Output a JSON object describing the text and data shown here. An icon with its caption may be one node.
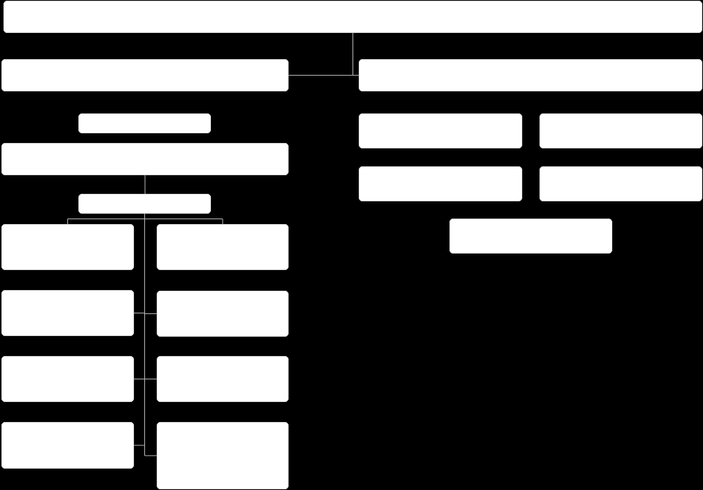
{
  "diagram": {
    "nodes": [
      {
        "text": [],
        "shape": "box"
      },
      {
        "text": [],
        "shape": "box"
      },
      {
        "text": [],
        "shape": "box"
      },
      {
        "text": [],
        "shape": "box"
      },
      {
        "text": [],
        "shape": "box"
      },
      {
        "text": [],
        "shape": "box"
      },
      {
        "text": [],
        "shape": "box"
      },
      {
        "text": [],
        "shape": "box"
      },
      {
        "text": [],
        "shape": "box"
      },
      {
        "text": [],
        "shape": "box"
      },
      {
        "text": [],
        "shape": "box"
      },
      {
        "text": [],
        "shape": "box"
      },
      {
        "text": [],
        "shape": "box"
      },
      {
        "text": [],
        "shape": "box"
      },
      {
        "text": [],
        "shape": "box"
      },
      {
        "text": [],
        "shape": "box"
      },
      {
        "text": [],
        "shape": "box"
      },
      {
        "text": [],
        "shape": "box"
      },
      {
        "text": [],
        "shape": "box"
      }
    ],
    "edges": [
      {
        "from": 0,
        "to": 1,
        "arrow": "none"
      },
      {
        "from": 0,
        "to": 2,
        "arrow": "none"
      },
      {
        "from": 4,
        "to": 5,
        "arrow": "none"
      },
      {
        "from": 5,
        "to": 6,
        "arrow": "none"
      },
      {
        "from": 5,
        "to": 7,
        "arrow": "none"
      },
      {
        "from": 5,
        "to": 8,
        "arrow": "none"
      },
      {
        "from": 5,
        "to": 9,
        "arrow": "none"
      },
      {
        "from": 5,
        "to": 10,
        "arrow": "none"
      },
      {
        "from": 5,
        "to": 11,
        "arrow": "none"
      },
      {
        "from": 5,
        "to": 12,
        "arrow": "none"
      },
      {
        "from": 5,
        "to": 13,
        "arrow": "none"
      }
    ]
  }
}
